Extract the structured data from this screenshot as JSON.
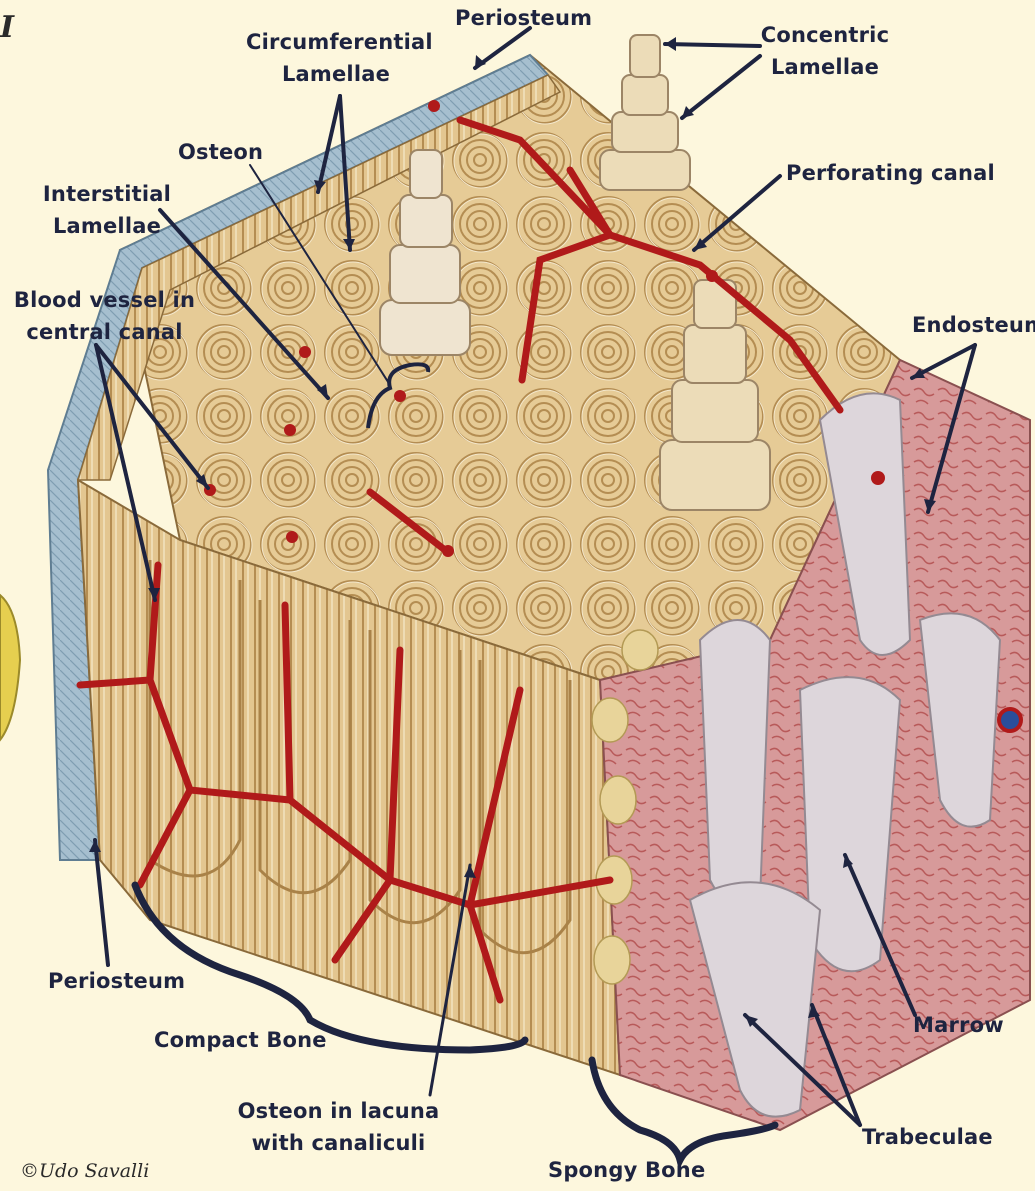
{
  "labels": {
    "periosteum_top": "Periosteum",
    "circumferential_lamellae_1": "Circumferential",
    "circumferential_lamellae_2": "Lamellae",
    "concentric_lamellae_1": "Concentric",
    "concentric_lamellae_2": "Lamellae",
    "osteon": "Osteon",
    "interstitial_lamellae_1": "Interstitial",
    "interstitial_lamellae_2": "Lamellae",
    "perforating_canal": "Perforating canal",
    "blood_vessel_1": "Blood vessel in",
    "blood_vessel_2": "central canal",
    "endosteum": "Endosteum",
    "periosteum_bottom": "Periosteum",
    "compact_bone": "Compact Bone",
    "osteon_lacuna_1": "Osteon in lacuna",
    "osteon_lacuna_2": "with canaliculi",
    "spongy_bone": "Spongy Bone",
    "marrow": "Marrow",
    "trabeculae": "Trabeculae"
  },
  "credit": "©Udo Savalli",
  "corner_fragment": "I",
  "colors": {
    "background": "#fdf7dd",
    "bone": "#e3c690",
    "bone_dark": "#bf9a5c",
    "periosteum": "#9db7c8",
    "vessel": "#b01a1a",
    "marrow": "#cf8c8c",
    "trabeculae": "#ddd6db",
    "label": "#1e2440"
  }
}
